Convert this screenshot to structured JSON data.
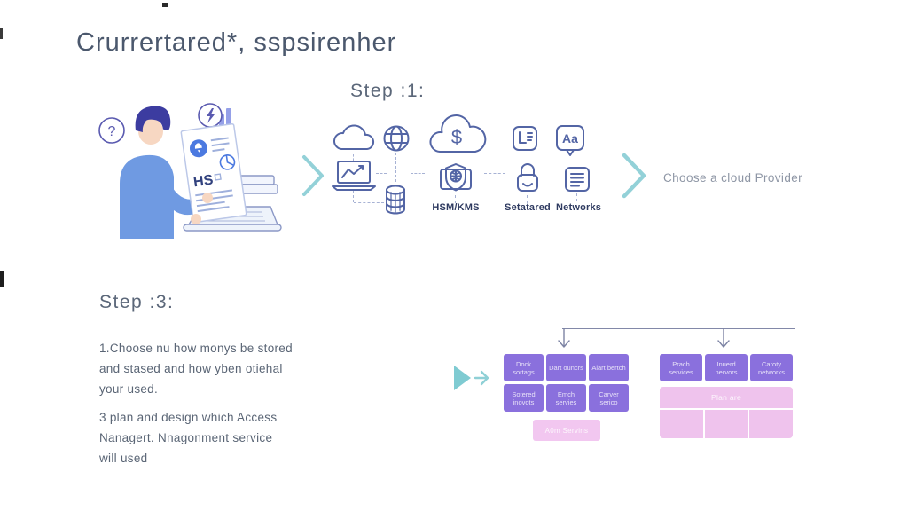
{
  "colors": {
    "accent_purple": "#8a70dd",
    "accent_pink": "#f2c7f0",
    "accent_teal": "#8ecfd6",
    "icon_indigo": "#5365a5",
    "heading_slate": "#4b586d"
  },
  "header": {
    "title": "Crurrertared*, sspsirenher"
  },
  "step1": {
    "heading": "Step :1:",
    "caption": "Choose a cloud Provider",
    "big_cloud_symbol": "$",
    "bubble_text": "Aa",
    "labels": {
      "hsm": "HSM/KMS",
      "lock": "Setatared",
      "network": "Networks"
    }
  },
  "illustration": {
    "question": "?",
    "doc_text": "HS"
  },
  "step3": {
    "heading": "Step :3:",
    "paragraph1": [
      "1.Choose nu how monys be stored",
      "and stased and how yben otiehal",
      "your used."
    ],
    "paragraph2": [
      "3 plan and design which Access",
      "Nanagert. Nnagonment service",
      "will used"
    ]
  },
  "org_chart": {
    "left_grid": [
      "Dock sortags",
      "Dart ouncrs",
      "Alart bertch",
      "Sotered inovots",
      "Emch servies",
      "Carver serico"
    ],
    "left_footer": "A0m Servins",
    "right_grid": [
      "Prach services",
      "Inuerd nervors",
      "Caroty networks"
    ],
    "right_box_header": "Plan are"
  }
}
